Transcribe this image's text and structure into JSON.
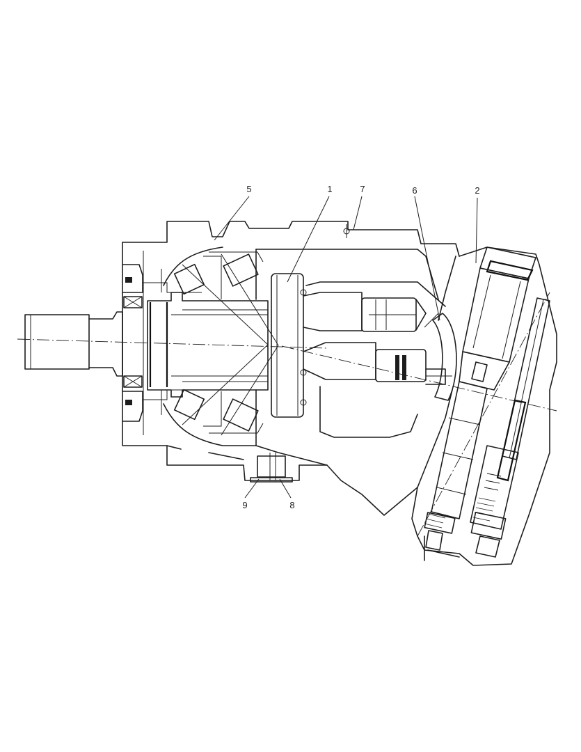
{
  "callouts": [
    {
      "id": "5",
      "label": "5"
    },
    {
      "id": "1",
      "label": "1"
    },
    {
      "id": "7",
      "label": "7"
    },
    {
      "id": "6",
      "label": "6"
    },
    {
      "id": "2",
      "label": "2"
    },
    {
      "id": "9",
      "label": "9"
    },
    {
      "id": "8",
      "label": "8"
    }
  ]
}
